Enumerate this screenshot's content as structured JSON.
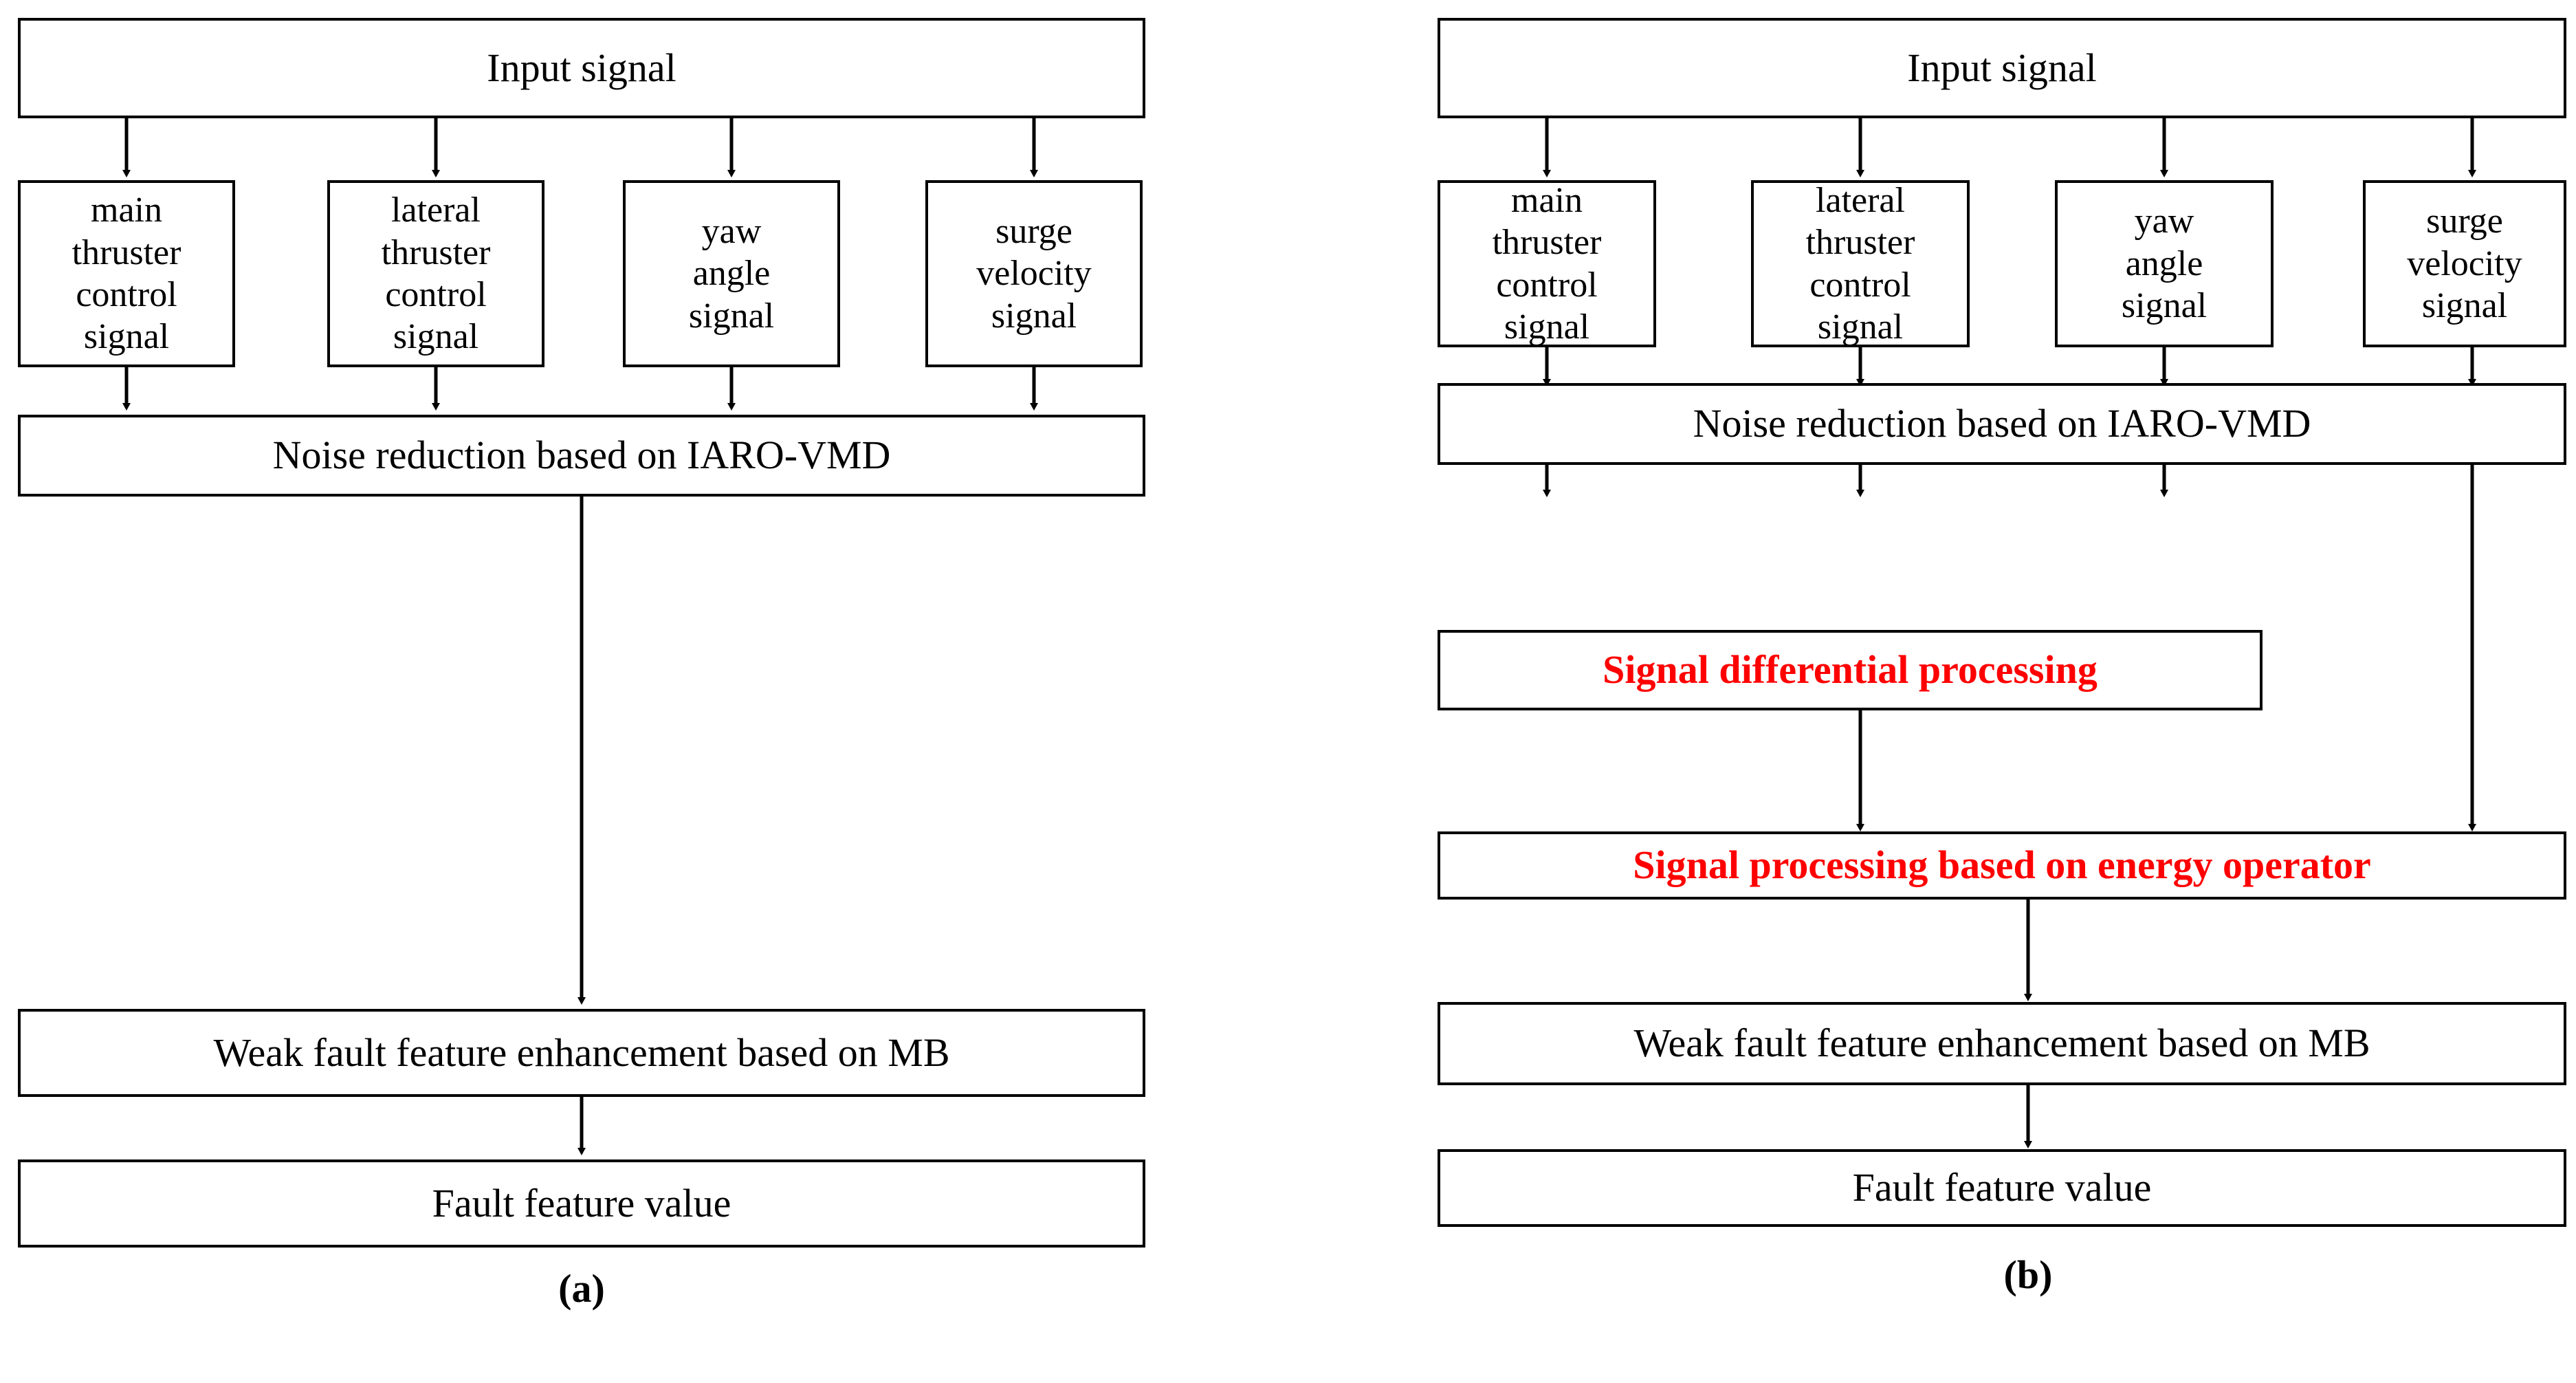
{
  "figure": {
    "background": "#ffffff",
    "line_color": "#000000",
    "accent_color": "#ff0000"
  },
  "panels": [
    {
      "key": "a",
      "label": "(a)",
      "nodes": {
        "input": "Input signal",
        "branch1": "main\nthruster\ncontrol\nsignal",
        "branch2": "lateral\nthruster\ncontrol\nsignal",
        "branch3": "yaw\nangle\nsignal",
        "branch4": "surge\nvelocity\nsignal",
        "noise": "Noise reduction based on IARO-VMD",
        "weak": "Weak fault feature enhancement based on MB",
        "fault": "Fault feature value"
      }
    },
    {
      "key": "b",
      "label": "(b)",
      "nodes": {
        "input": "Input signal",
        "branch1": "main\nthruster\ncontrol\nsignal",
        "branch2": "lateral\nthruster\ncontrol\nsignal",
        "branch3": "yaw\nangle\nsignal",
        "branch4": "surge\nvelocity\nsignal",
        "noise": "Noise reduction based on IARO-VMD",
        "diff": "Signal differential processing",
        "energy": "Signal processing based on energy operator",
        "weak": "Weak fault feature enhancement based on MB",
        "fault": "Fault feature value"
      }
    }
  ]
}
